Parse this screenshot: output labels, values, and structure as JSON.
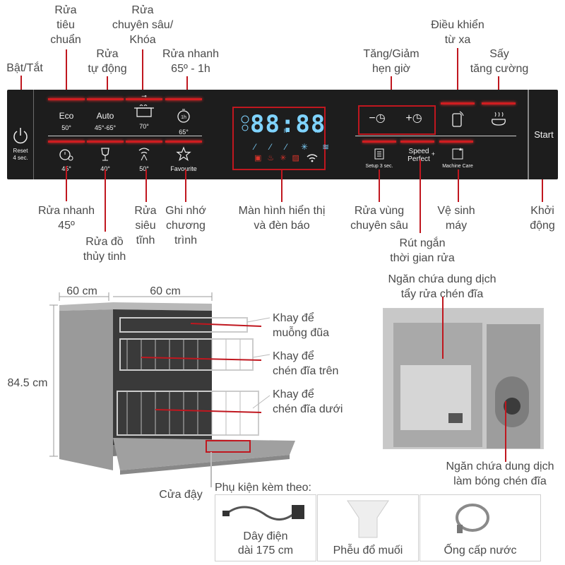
{
  "panel_labels": {
    "power": "Bật/Tắt",
    "standard_wash": "Rửa\ntiêu\nchuẩn",
    "auto_wash": "Rửa\ntự động",
    "intensive_lock": "Rửa\nchuyên sâu/\nKhóa",
    "quick_65": "Rửa nhanh\n65º - 1h",
    "timer": "Tăng/Giảm\nhẹn giờ",
    "remote": "Điều khiển\ntừ xa",
    "extra_dry": "Sấy\ntăng cường",
    "quick_45": "Rửa nhanh\n45º",
    "glass": "Rửa đồ\nthủy tinh",
    "super_silent": "Rửa\nsiêu\ntĩnh",
    "favourite": "Ghi nhớ\nchương\ntrình",
    "display": "Màn hình hiển thị\nvà đèn báo",
    "zone": "Rửa vùng\nchuyên sâu",
    "speed": "Rút ngắn\nthời gian rửa",
    "machine_care": "Vệ sinh\nmáy",
    "start": "Khởi\nđộng"
  },
  "panel": {
    "reset": "Reset\n4 sec.",
    "eco": "Eco",
    "eco_temp": "50°",
    "auto": "Auto",
    "auto_temp": "45°-65°",
    "intensive_temp": "70°",
    "quick65_temp": "65°",
    "quick65_icon": "1h",
    "quick45_temp": "45°",
    "glass_temp": "40°",
    "silent_temp": "50°",
    "favourite": "Favourite",
    "time": "88:88",
    "time_h": "h",
    "time_m": "m",
    "timer_minus": "−",
    "timer_plus": "+",
    "setup": "Setup 3 sec.",
    "speed": "Speed\nPerfect",
    "speed_plus": "+",
    "machine_care": "Machine Care",
    "start": "Start"
  },
  "dims": {
    "depth": "60 cm",
    "width": "60 cm",
    "height": "84.5 cm"
  },
  "machine_labels": {
    "cutlery_tray": "Khay để\nmuỗng đũa",
    "upper_rack": "Khay để\nchén đĩa trên",
    "lower_rack": "Khay để\nchén đĩa dưới",
    "door": "Cửa đậy"
  },
  "detergent": {
    "detergent_label": "Ngăn chứa dung dịch\ntẩy rửa chén đĩa",
    "rinse_label": "Ngăn chứa dung dịch\nlàm bóng chén đĩa"
  },
  "accessories": {
    "title": "Phụ kiện kèm theo:",
    "items": [
      {
        "label": "Dây điện\ndài 175 cm"
      },
      {
        "label": "Phễu đổ muối"
      },
      {
        "label": "Ống cấp nước"
      }
    ]
  },
  "colors": {
    "accent_red": "#c0171f",
    "panel_bg": "#1d1d1d",
    "display_blue": "#7fd3ff"
  }
}
